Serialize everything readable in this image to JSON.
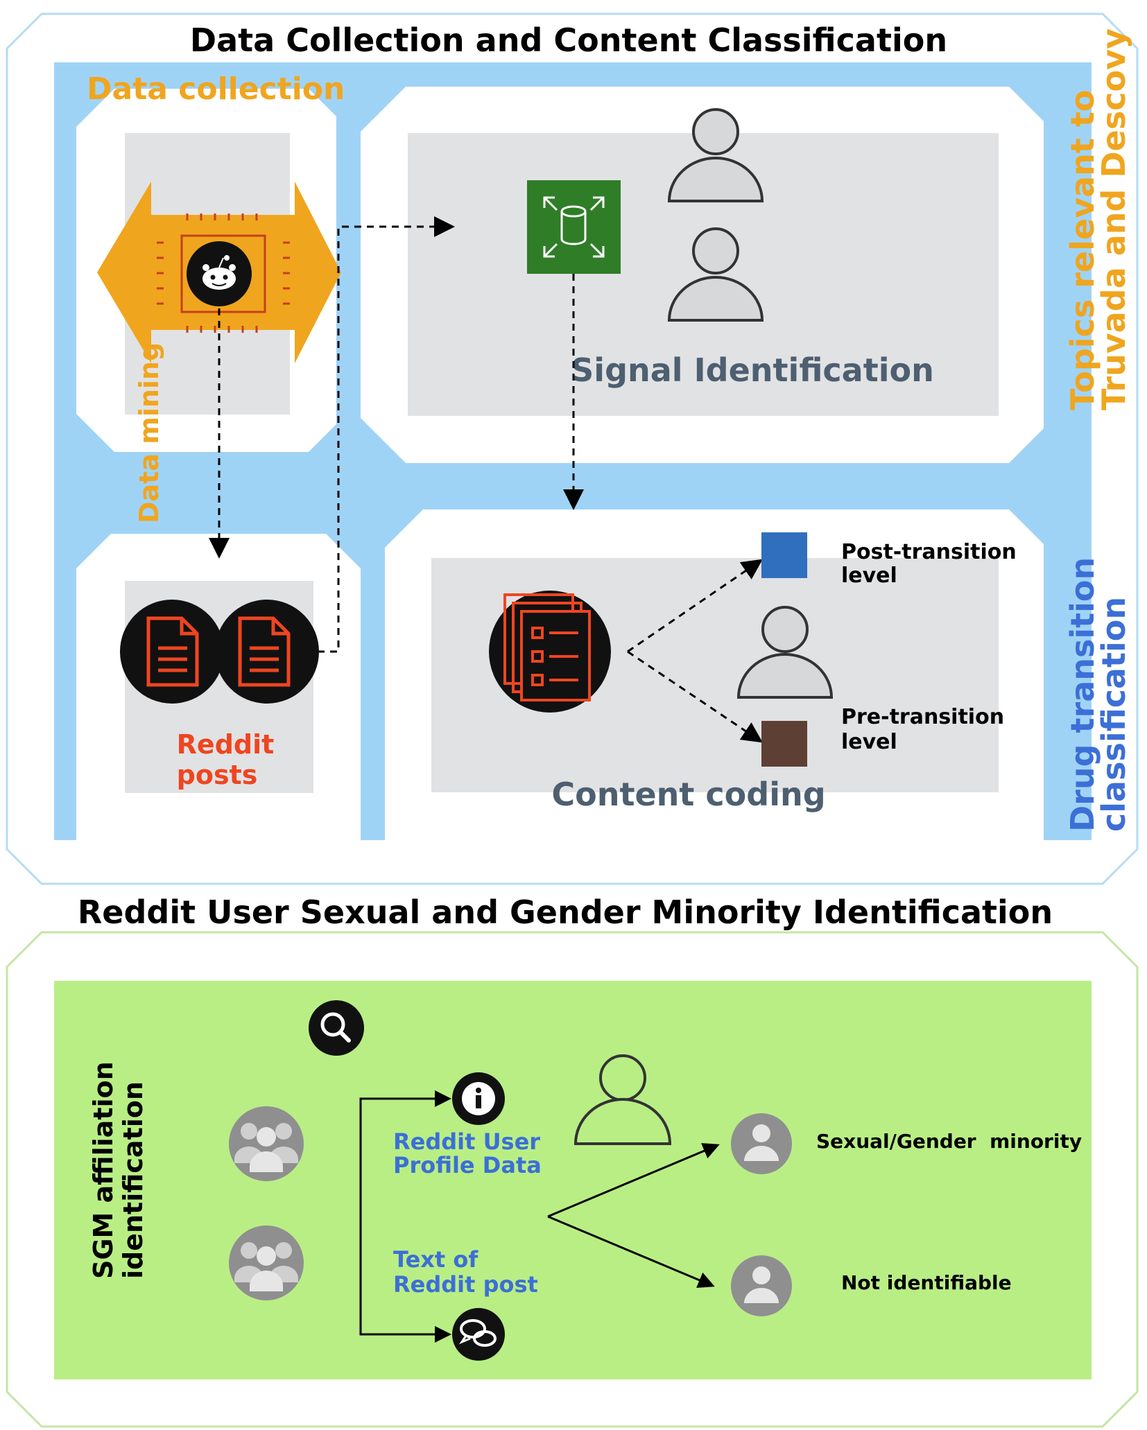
{
  "top_section": {
    "title": "Data Collection and Content Classification",
    "data_collection_label": "Data collection",
    "data_mining_label": "Data mining",
    "signal_identification_label": "Signal Identification",
    "reddit_posts_line1": "Reddit",
    "reddit_posts_line2": "posts",
    "content_coding_label": "Content coding",
    "post_transition_line1": "Post-transition",
    "post_transition_line2": "level",
    "pre_transition_line1": "Pre-transition",
    "pre_transition_line2": "level",
    "side_label_topics_line1": "Topics relevant to",
    "side_label_topics_line2": "Truvada and Descovy",
    "side_label_drug_line1": "Drug transition",
    "side_label_drug_line2": "classification"
  },
  "bottom_section": {
    "title": "Reddit User Sexual and Gender Minority Identification",
    "sgm_label_line1": "SGM affiliation",
    "sgm_label_line2": "identification",
    "profile_data_line1": "Reddit User",
    "profile_data_line2": "Profile Data",
    "post_text_line1": "Text of",
    "post_text_line2": "Reddit post",
    "outcome_minority": "Sexual/Gender  minority",
    "outcome_not_identifiable": "Not identifiable"
  },
  "colors": {
    "top_panel_bg": "#9fd3f6",
    "bottom_panel_bg": "#b9ee85",
    "orange": "#f0a51e",
    "reddit_red": "#ef4520",
    "database_green": "#2f7d27",
    "post_square": "#2f6fbe",
    "pre_square": "#5e3f34",
    "slate_text": "#4d5f70",
    "blue_text": "#3c6fd6"
  }
}
